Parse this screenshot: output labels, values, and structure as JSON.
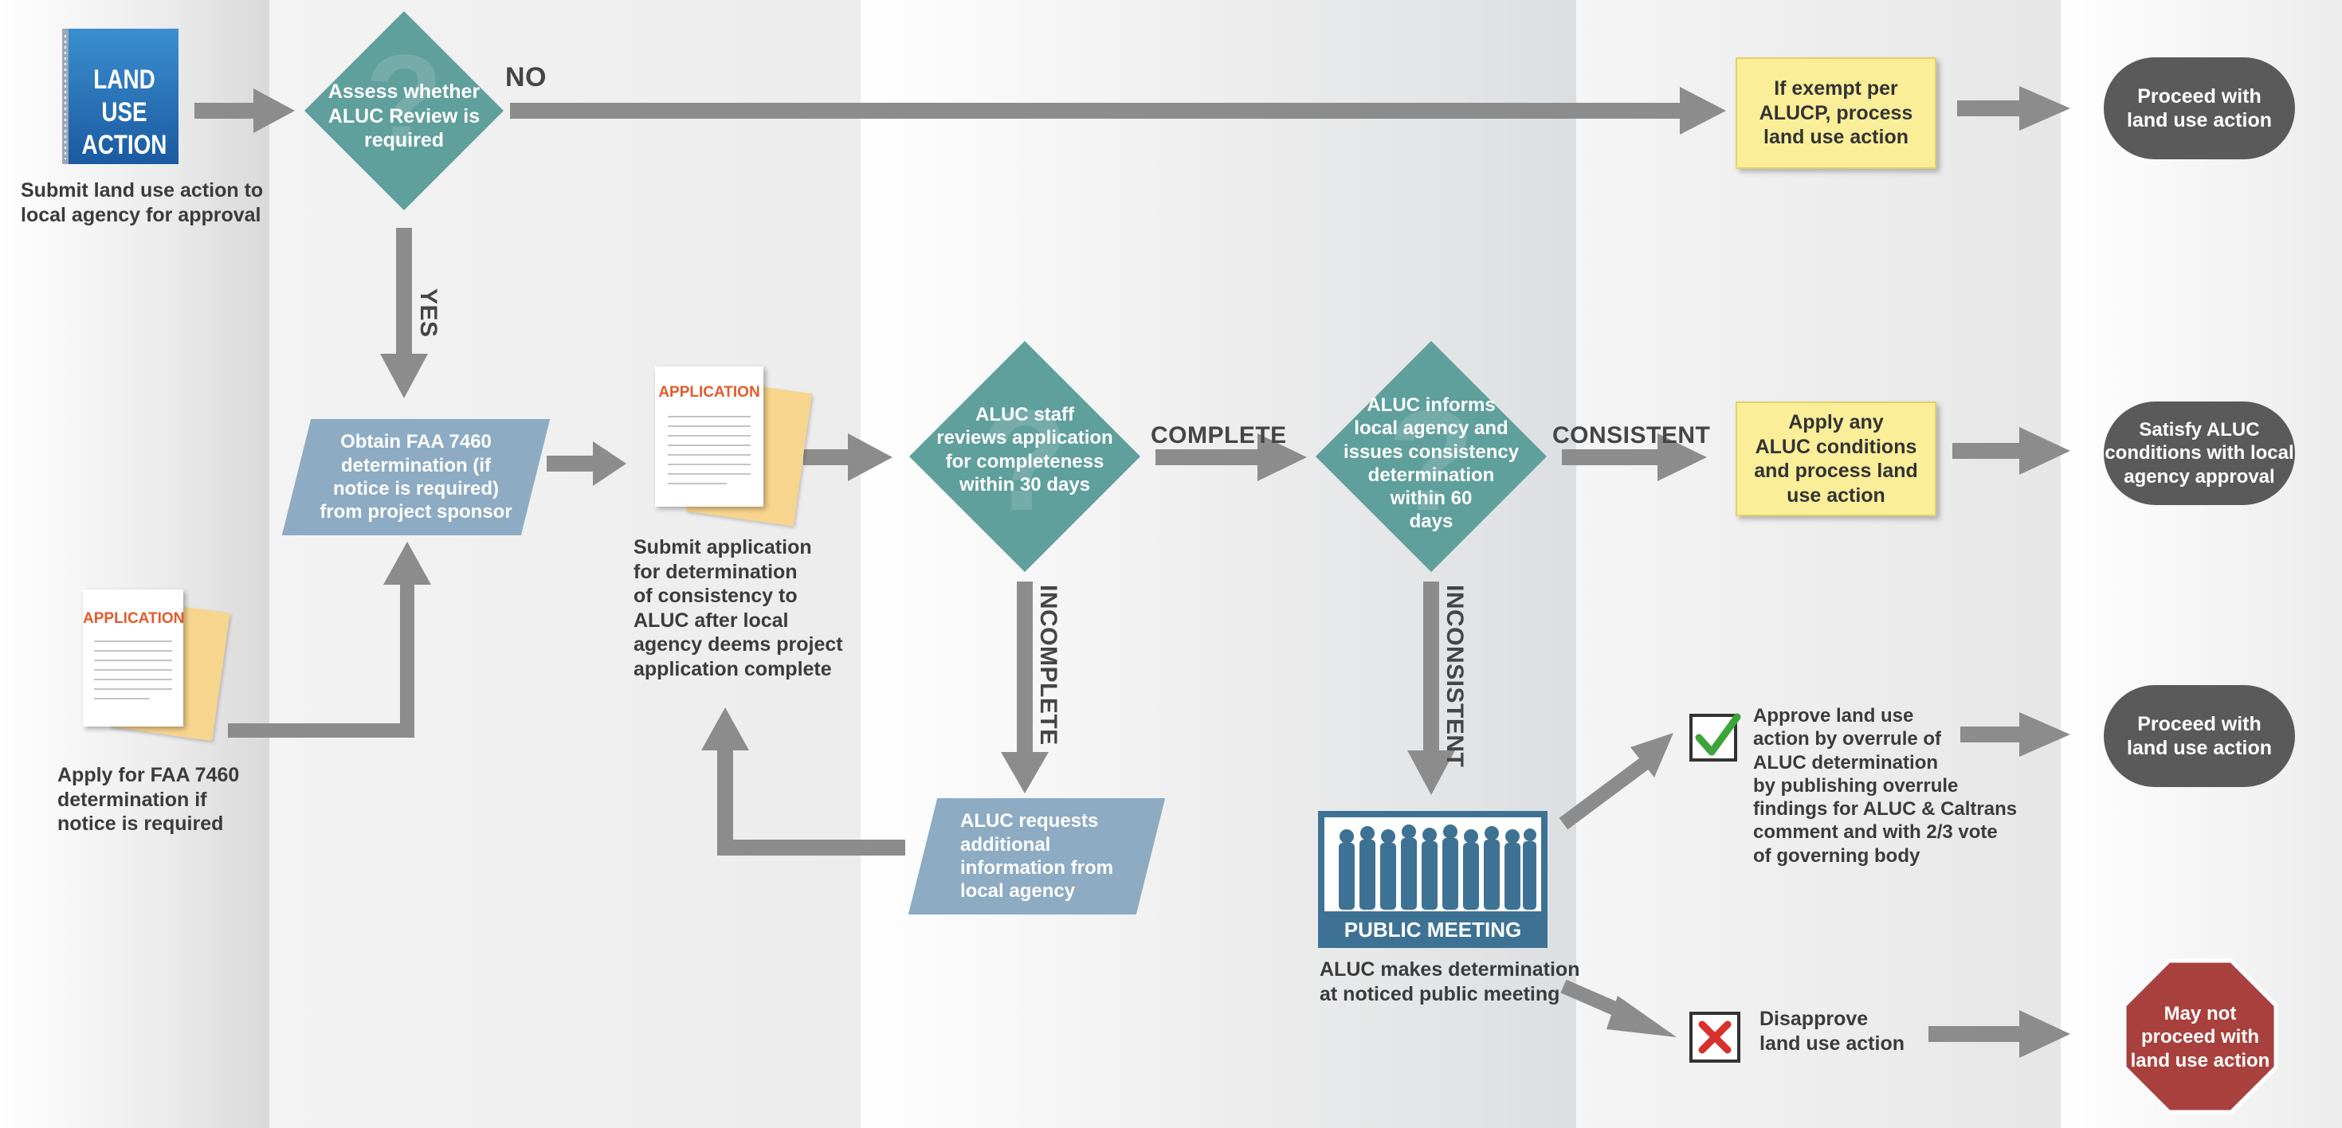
{
  "colors": {
    "diamond": "#5f9f9c",
    "parallelogram": "#8dabc3",
    "yellow_box": "#fbee98",
    "pill": "#5a5a5a",
    "stop_sign": "#a8413d",
    "arrow": "#8c8c8c",
    "band_gray": "#e6e6e6"
  },
  "nodes": {
    "land_use_book": {
      "title_line1": "LAND USE",
      "title_line2": "ACTION"
    },
    "submit_caption": {
      "line1": "Submit land use action to",
      "line2": "local agency for approval"
    },
    "assess_diamond": {
      "line1": "Assess whether",
      "line2": "ALUC Review is",
      "line3": "required"
    },
    "faa_box": {
      "line1": "Obtain FAA 7460",
      "line2": "determination (if",
      "line3": "notice is required)",
      "line4": "from project sponsor"
    },
    "application_doc_1": {
      "title": "APPLICATION"
    },
    "application_doc_2": {
      "title": "APPLICATION"
    },
    "apply_caption": {
      "line1": "Apply for FAA 7460",
      "line2": "determination if",
      "line3": "notice is required"
    },
    "submit_app_caption": {
      "line1": "Submit application",
      "line2": "for determination",
      "line3": "of consistency to",
      "line4": "ALUC after local",
      "line5": "agency deems project",
      "line6": "application complete"
    },
    "staff_diamond": {
      "line1": "ALUC staff",
      "line2": "reviews application",
      "line3": "for completeness",
      "line4": "within 30 days"
    },
    "request_box": {
      "line1": "ALUC requests",
      "line2": "additional",
      "line3": "information from",
      "line4": "local agency"
    },
    "informs_diamond": {
      "line1": "ALUC informs",
      "line2": "local agency and",
      "line3": "issues consistency",
      "line4": "determination",
      "line5": "within 60",
      "line6": "days"
    },
    "public_meeting": {
      "label": "PUBLIC MEETING"
    },
    "meeting_caption": {
      "line1": "ALUC makes determination",
      "line2": "at noticed public meeting"
    },
    "exempt_box": {
      "line1": "If exempt per",
      "line2": "ALUCP, process",
      "line3": "land use action"
    },
    "conditions_box": {
      "line1": "Apply any",
      "line2": "ALUC conditions",
      "line3": "and process land",
      "line4": "use action"
    },
    "approve_text": {
      "line1": "Approve land use",
      "line2": "action by overrule of",
      "line3": "ALUC determination",
      "line4": "by publishing overrule",
      "line5": "findings for ALUC & Caltrans",
      "line6": "comment and with 2/3 vote",
      "line7": "of governing body"
    },
    "disapprove_text": {
      "line1": "Disapprove",
      "line2": "land use action"
    },
    "pill_1": {
      "line1": "Proceed with",
      "line2": "land use action"
    },
    "pill_2": {
      "line1": "Satisfy ALUC",
      "line2": "conditions with local",
      "line3": "agency approval"
    },
    "pill_3": {
      "line1": "Proceed with",
      "line2": "land use action"
    },
    "stop_sign": {
      "line1": "May not",
      "line2": "proceed with",
      "line3": "land use action"
    }
  },
  "edge_labels": {
    "no": "NO",
    "yes": "YES",
    "complete": "COMPLETE",
    "incomplete": "INCOMPLETE",
    "consistent": "CONSISTENT",
    "inconsistent": "INCONSISTENT"
  },
  "icons": [
    "question-mark-watermark-icon",
    "checkmark-icon",
    "x-mark-icon",
    "people-silhouette-icon"
  ]
}
